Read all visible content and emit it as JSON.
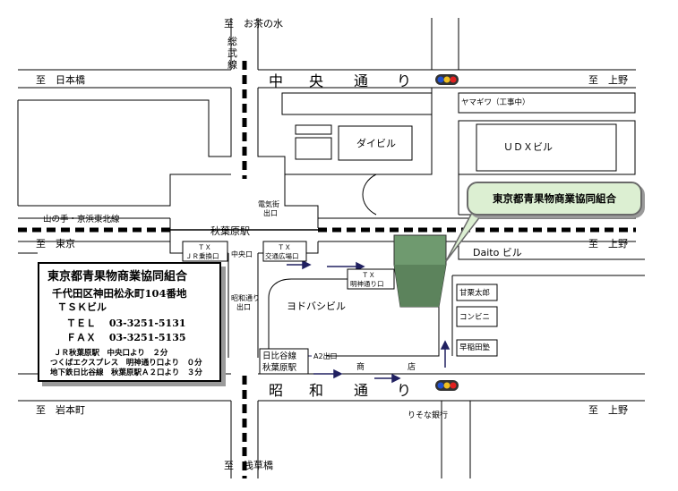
{
  "directions": {
    "ochanomizu": "至　お茶の水",
    "nihonbashi": "至　日本橋",
    "ueno_top": "至　上野",
    "tokyo": "至　東京",
    "ueno_mid": "至　上野",
    "iwamotocho": "至　岩本町",
    "ueno_bottom": "至　上野",
    "asakusabashi": "至　浅草橋"
  },
  "lines": {
    "sobu": [
      "総",
      "武",
      "線"
    ],
    "yamanote": "山の手・京浜東北線",
    "tx_jr_transfer": [
      "ＴＸ",
      "ＪＲ乗換口"
    ],
    "tx_kotsu_hiroba": [
      "ＴＸ",
      "交通広場口"
    ],
    "tx_myojin": [
      "ＴＸ",
      "明神通り口"
    ],
    "hibiya": [
      "日比谷線",
      "秋葉原駅"
    ],
    "a2_exit": "A2出口"
  },
  "streets": {
    "chuo": [
      "中",
      "央",
      "通",
      "り"
    ],
    "showa": [
      "昭",
      "和",
      "通",
      "り"
    ]
  },
  "landmarks": {
    "akihabara_station": "秋葉原駅",
    "denkigai_exit": [
      "電気街",
      "出口"
    ],
    "central_exit": "中央口",
    "showa_exit": [
      "昭和通り",
      "出口"
    ],
    "yamagiwa": "ヤマギワ（工事中）",
    "daibiru": "ダイビル",
    "udx": "ＵＤＸビル",
    "daito": "Daito ビル",
    "yodobashi": "ヨドバシビル",
    "amaguri": "甘栗太郎",
    "konbini": "コンビニ",
    "waseda": "早稲田塾",
    "shoten": [
      "商",
      "店"
    ],
    "resona": "りそな銀行"
  },
  "callout": "東京都青果物商業協同組合",
  "info": {
    "title": "東京都青果物商業協同組合",
    "address": "千代田区神田松永町104番地",
    "building": "ＴＳＫビル",
    "tel": "ＴＥＬ　 03-3251-5131",
    "fax": "ＦＡＸ　 03-3251-5135",
    "access": [
      "ＪＲ秋葉原駅　中央口より　２分",
      "つくばエクスプレス　明神通り口より　０分",
      "地下鉄日比谷線　秋葉原駅Ａ２口より　３分"
    ]
  },
  "colors": {
    "target": "#6f9a6f",
    "target_dark": "#5c835c",
    "callout_bg": "#dcefd2",
    "signal_red": "#e02020",
    "signal_yellow": "#f0c020",
    "signal_blue": "#2050d0",
    "arrow": "#202060"
  },
  "icons": [
    "traffic-signal-icon",
    "direction-arrow-icon"
  ]
}
